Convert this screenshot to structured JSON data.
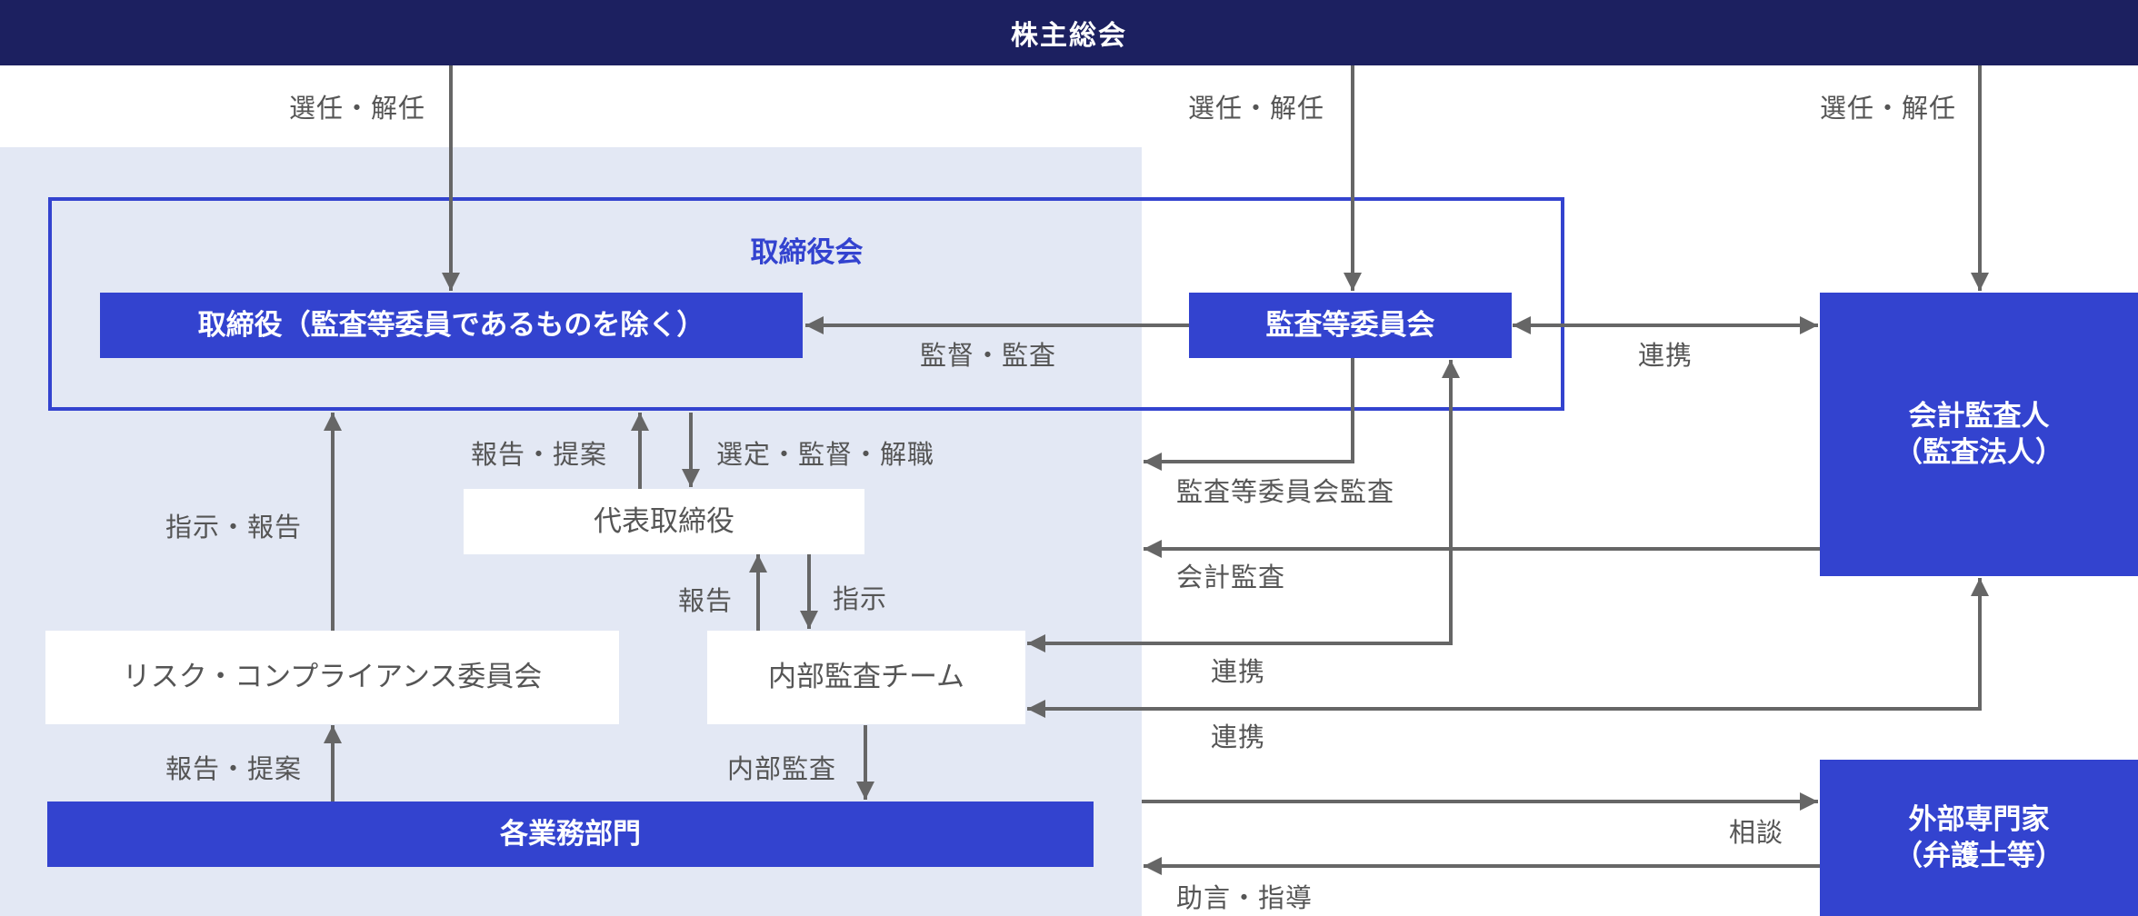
{
  "header": {
    "title": "株主総会"
  },
  "board": {
    "title": "取締役会"
  },
  "boxes": {
    "directors": "取締役（監査等委員であるものを除く）",
    "audit_committee": "監査等委員会",
    "accounting_auditor_line1": "会計監査人",
    "accounting_auditor_line2": "（監査法人）",
    "representative": "代表取締役",
    "risk_committee": "リスク・コンプライアンス委員会",
    "internal_audit_team": "内部監査チーム",
    "business_divisions": "各業務部門",
    "external_experts_line1": "外部専門家",
    "external_experts_line2": "（弁護士等）"
  },
  "labels": {
    "appoint_dismiss_1": "選任・解任",
    "appoint_dismiss_2": "選任・解任",
    "appoint_dismiss_3": "選任・解任",
    "supervise_audit": "監督・監査",
    "cooperation_auditor": "連携",
    "report_propose_board": "報告・提案",
    "select_supervise_dismiss": "選定・監督・解職",
    "committee_audit": "監査等委員会監査",
    "instruct_report": "指示・報告",
    "accounting_audit": "会計監査",
    "report": "報告",
    "instruct": "指示",
    "cooperation_committee": "連携",
    "cooperation_internal": "連携",
    "report_propose_risk": "報告・提案",
    "internal_audit": "内部監査",
    "consult": "相談",
    "advice_guidance": "助言・指導"
  },
  "colors": {
    "navy": "#1c2060",
    "accent_blue": "#3343cf",
    "region_bg": "#e3e8f4",
    "arrow": "#666666",
    "text_gray": "#555555"
  }
}
